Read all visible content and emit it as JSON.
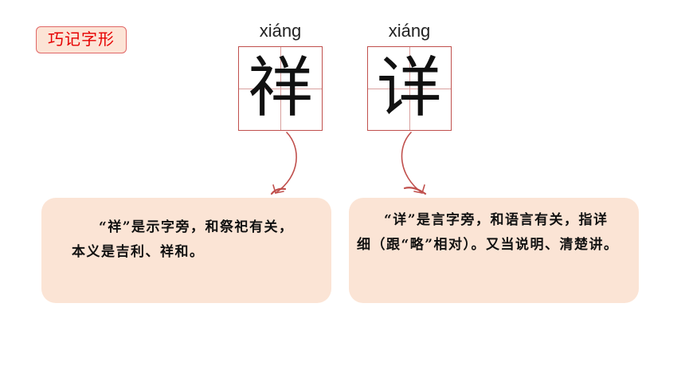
{
  "tag": {
    "label": "巧记字形"
  },
  "characters": [
    {
      "pinyin": "xiáng",
      "char": "祥"
    },
    {
      "pinyin": "xiáng",
      "char": "详"
    }
  ],
  "explanations": [
    {
      "text": "“祥”是示字旁，和祭祀有关，本义是吉利、祥和。"
    },
    {
      "text": "“详”是言字旁，和语言有关，指详细（跟“略”相对）。又当说明、清楚讲。"
    }
  ],
  "colors": {
    "tag_text": "#e60000",
    "tag_border": "#e06666",
    "box_fill": "#fbe4d5",
    "grid_border": "#c0504d",
    "arrow": "#c0504d"
  }
}
